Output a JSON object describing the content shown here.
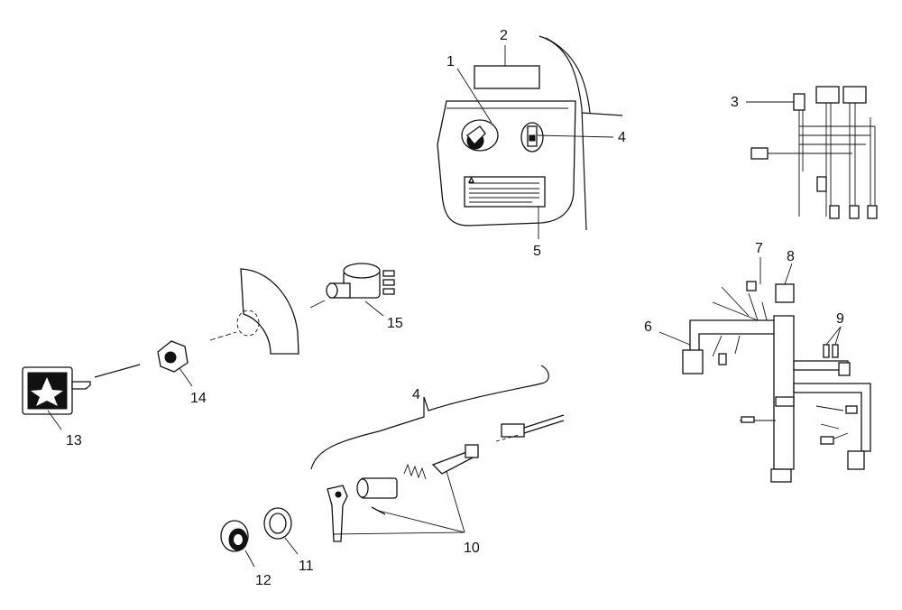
{
  "diagram": {
    "callouts": {
      "c1": "1",
      "c2": "2",
      "c3": "3",
      "c4_top": "4",
      "c4_lower": "4",
      "c5": "5",
      "c6": "6",
      "c7": "7",
      "c8": "8",
      "c9": "9",
      "c10": "10",
      "c11": "11",
      "c12": "12",
      "c13": "13",
      "c14": "14",
      "c15": "15"
    }
  }
}
